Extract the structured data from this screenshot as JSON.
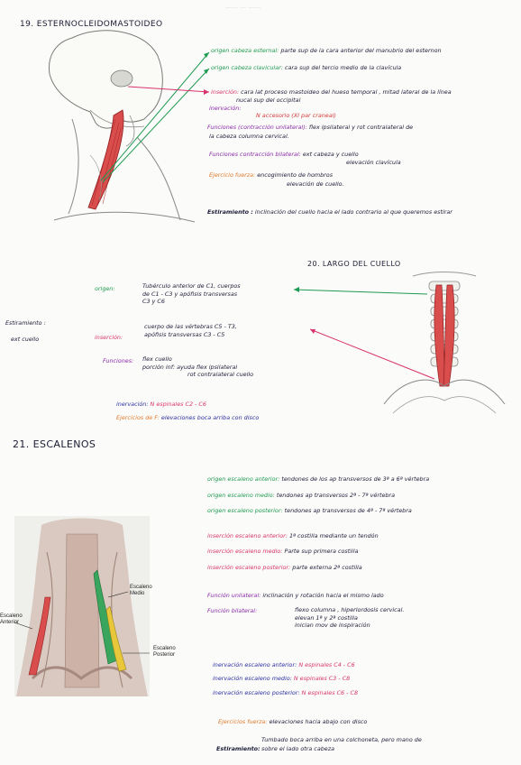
{
  "colors": {
    "green": "#1f9a52",
    "pink": "#d8336e",
    "purple": "#8a2aa8",
    "blue": "#2c2fa0",
    "orange": "#e07a2c",
    "muscle": "#d94d4d"
  },
  "s19": {
    "title": "19. ESTERNOCLEIDOMASTOIDEO",
    "origen_esternal": {
      "label": "origen cabeza esternal:",
      "text": "parte sup de la cara anterior del manubrio del esternon"
    },
    "origen_clavicular": {
      "label": "origen cabeza clavicular:",
      "text": "cara sup del tercio medio de la clavícula"
    },
    "insercion": {
      "label": "inserción:",
      "text": "cara lat proceso mastoideo del hueso temporal , mitad lateral de la línea",
      "text2": "nucal sup del occipital"
    },
    "inervacion": {
      "label": "inervación:",
      "text": "N accesorio (XI par craneal)"
    },
    "func_unilateral": {
      "label": "Funciones (contracción unilateral):",
      "text": "flex ipsilateral y rot contralateral de",
      "text2": "la cabeza columna cervical."
    },
    "func_bilateral": {
      "label": "Funciones contracción bilateral:",
      "text": "ext cabeza y cuello",
      "text2": "elevación clavícula"
    },
    "ejercicio": {
      "label": "Ejercicio fuerza:",
      "text": "encogimiento de hombros",
      "text2": "elevación de cuello."
    },
    "estiramiento": {
      "label": "Estiramiento :",
      "text": "inclinación del cuello hacia el lado contrario al que queremos estirar"
    }
  },
  "s20": {
    "title": "20. LARGO DEL CUELLO",
    "origen": {
      "label": "origen:",
      "lines": [
        "Tubérculo anterior de C1, cuerpos",
        "de C1 - C3 y apófisis transversas",
        "C3 y C6"
      ]
    },
    "insercion": {
      "label": "inserción:",
      "lines": [
        "cuerpo de las vértebras C5 - T3,",
        "apófisis transversas C3 - C5"
      ]
    },
    "estiramiento": {
      "label": "Estiramiento :",
      "text": "ext cuello"
    },
    "funciones": {
      "label": "Funciones:",
      "lines": [
        "flex cuello",
        "porción inf: ayuda flex ipsilateral",
        "rot contralateral cuello"
      ]
    },
    "inervacion": {
      "label": "inervación:",
      "text": "N espinales C2 - C6"
    },
    "ejercicio": {
      "label": "Ejercicios de F:",
      "text": "elevaciones boca arriba con disco"
    }
  },
  "s21": {
    "title": "21. ESCALENOS",
    "figure_labels": {
      "medio": [
        "Escaleno",
        "Medio"
      ],
      "anterior": [
        "Escaleno",
        "Anterior"
      ],
      "posterior": [
        "Escaleno",
        "Posterior"
      ]
    },
    "origen_ant": {
      "label": "origen escaleno anterior:",
      "text": "tendones de los ap transversos de 3ª a 6ª vértebra"
    },
    "origen_med": {
      "label": "origen escaleno medio:",
      "text": "tendones ap transversos 2ª - 7ª vértebra"
    },
    "origen_post": {
      "label": "origen escaleno posterior:",
      "text": "tendones ap transversos de 4ª - 7ª vértebra"
    },
    "ins_ant": {
      "label": "inserción escaleno anterior:",
      "text": "1ª costilla mediante un tendón"
    },
    "ins_med": {
      "label": "inserción escaleno medio:",
      "text": "Parte sup primera costilla"
    },
    "ins_post": {
      "label": "inserción escaleno posterior:",
      "text": "parte externa 2ª costilla"
    },
    "func_uni": {
      "label": "Función unilateral:",
      "text": "inclinación y rotación hacia el mismo lado"
    },
    "func_bi": {
      "label": "Función bilateral:",
      "lines": [
        "flexo columna , hiperlordosis cervical.",
        "elevan 1ª y 2ª costilla",
        "inician mov de inspiración"
      ]
    },
    "inerv_ant": {
      "label": "inervación escaleno anterior:",
      "text": "N espinales C4 - C6"
    },
    "inerv_med": {
      "label": "inervación escaleno medio:",
      "text": "N espinales C3 - C8"
    },
    "inerv_post": {
      "label": "inervación escaleno posterior:",
      "text": "N espinales C6 - C8"
    },
    "ejercicio": {
      "label": "Ejercicios fuerza:",
      "text": "elevaciones hacia abajo con disco"
    },
    "estiramiento": {
      "label": "Estiramiento:",
      "text": "Tumbado boca arriba en una colchoneta, pero mano de",
      "text2": "sobre el lado otra cabeza"
    }
  }
}
